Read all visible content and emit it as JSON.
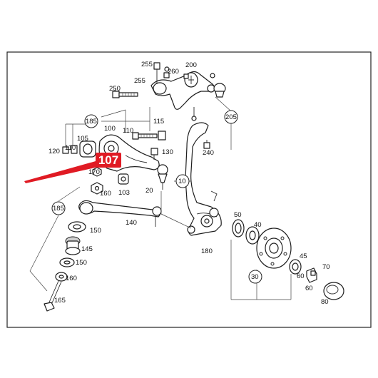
{
  "diagram": {
    "highlight": {
      "text": "107",
      "fill": "#e01b24",
      "text_color": "#ffffff"
    },
    "colors": {
      "line": "#1e1e1e",
      "highlight_arrow": "#e01b24",
      "background": "#ffffff"
    },
    "labels": {
      "l255a": "255",
      "l260": "260",
      "l200": "200",
      "l255b": "255",
      "l250": "250",
      "l185a": "185",
      "l115": "115",
      "l205": "205",
      "l100": "100",
      "l110": "110",
      "l105": "105",
      "l240": "240",
      "l120": "120",
      "l130": "130",
      "l170": "170",
      "l20": "20",
      "l10": "10",
      "l160": "160",
      "l103": "103",
      "l185b": "185",
      "l140": "140",
      "l150a": "150",
      "l50": "50",
      "l40": "40",
      "l145": "145",
      "l150b": "150",
      "l180": "180",
      "l45": "45",
      "l60a": "60",
      "l70": "70",
      "l30": "30",
      "l60b": "60",
      "l165": "165",
      "l80": "80"
    }
  }
}
